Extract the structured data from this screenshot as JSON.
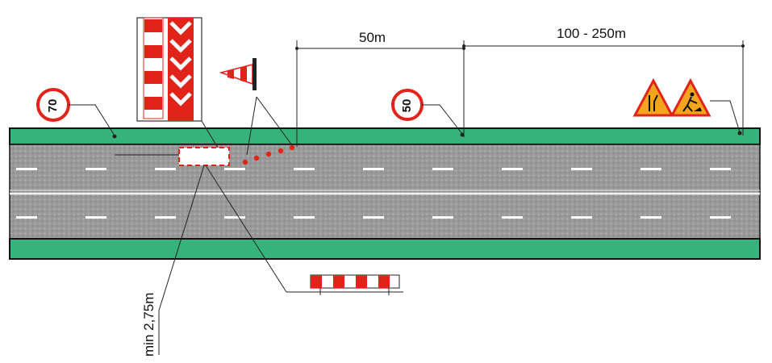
{
  "dimensions": {
    "distance_1": "50m",
    "distance_2": "100 - 250m",
    "min_width": "min 2,75m"
  },
  "signs": {
    "speed_limit_start": "70",
    "speed_limit_reduced": "50",
    "warning_signs": [
      "road-narrows-icon",
      "road-works-icon"
    ],
    "chevron_board": "chevron-board-icon",
    "traffic_cone": "traffic-cone-icon",
    "barrier_board": "red-white-barrier-icon"
  },
  "colors": {
    "verge": "#36b37a",
    "asphalt": "#9a9a9a",
    "lane_marking": "#ffffff",
    "signal_red": "#e2231a",
    "warning_orange": "#f4a51c"
  }
}
